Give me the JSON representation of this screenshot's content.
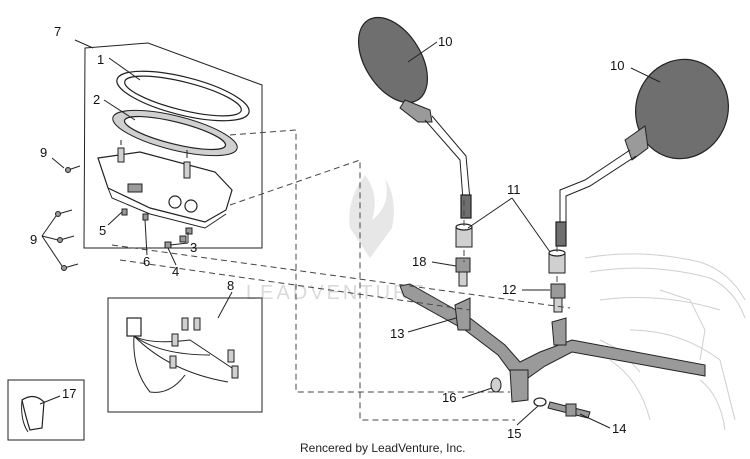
{
  "diagram": {
    "footer_text": "Rencered by LeadVenture, Inc.",
    "watermark_text": "LEADVENTURE",
    "callouts": [
      {
        "id": "c7",
        "label": "7"
      },
      {
        "id": "c1",
        "label": "1"
      },
      {
        "id": "c2",
        "label": "2"
      },
      {
        "id": "c9a",
        "label": "9"
      },
      {
        "id": "c9b",
        "label": "9"
      },
      {
        "id": "c5",
        "label": "5"
      },
      {
        "id": "c6",
        "label": "6"
      },
      {
        "id": "c3",
        "label": "3"
      },
      {
        "id": "c4",
        "label": "4"
      },
      {
        "id": "c8",
        "label": "8"
      },
      {
        "id": "c17",
        "label": "17"
      },
      {
        "id": "c10a",
        "label": "10"
      },
      {
        "id": "c10b",
        "label": "10"
      },
      {
        "id": "c11",
        "label": "11"
      },
      {
        "id": "c18",
        "label": "18"
      },
      {
        "id": "c12",
        "label": "12"
      },
      {
        "id": "c13",
        "label": "13"
      },
      {
        "id": "c16",
        "label": "16"
      },
      {
        "id": "c15",
        "label": "15"
      },
      {
        "id": "c14",
        "label": "14"
      }
    ]
  }
}
